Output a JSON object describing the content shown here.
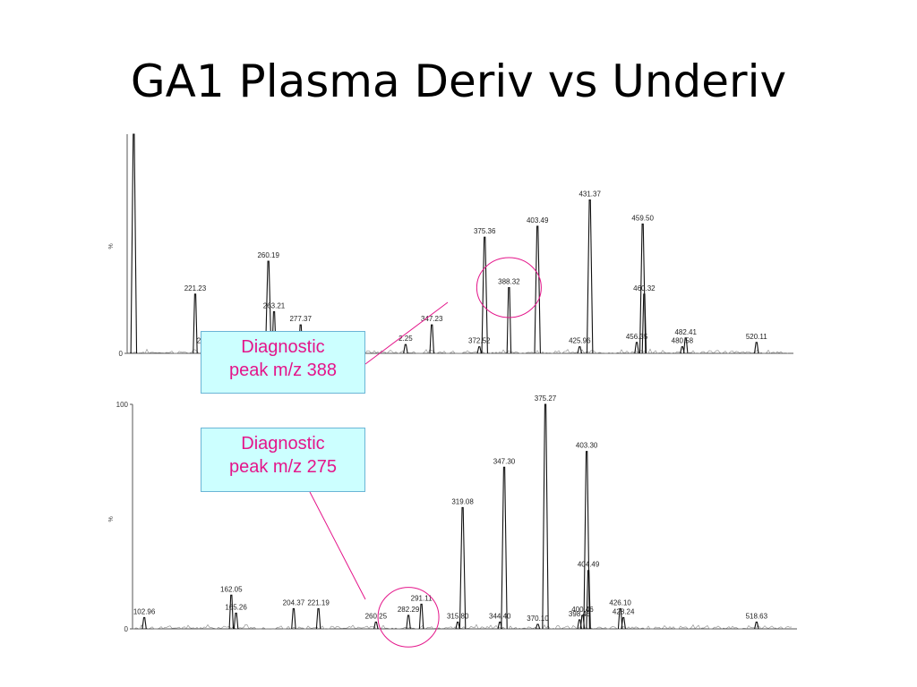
{
  "slide": {
    "title": "GA1 Plasma Deriv vs Underiv"
  },
  "annotations": {
    "top_callout": {
      "line1": "Diagnostic",
      "line2": "peak m/z 388"
    },
    "bottom_callout": {
      "line1": "Diagnostic",
      "line2": "peak m/z 275"
    },
    "circle_color": "#e4158a",
    "box_fill": "#ccffff"
  },
  "chart_data": [
    {
      "type": "line",
      "title": "",
      "xlabel": "",
      "ylabel": "%",
      "y_tick_labels": [
        "0"
      ],
      "xlim": [
        185,
        535
      ],
      "ylim": [
        0,
        100
      ],
      "highlight_peak": "388.32",
      "peaks": [
        {
          "x": 188.5,
          "y": 100,
          "label": ""
        },
        {
          "x": 221.23,
          "y": 27,
          "label": "221.23"
        },
        {
          "x": 227.9,
          "y": 3,
          "label": "227.90"
        },
        {
          "x": 260.19,
          "y": 42,
          "label": "260.19"
        },
        {
          "x": 263.21,
          "y": 19,
          "label": "263.21"
        },
        {
          "x": 277.37,
          "y": 13,
          "label": "277.37"
        },
        {
          "x": 333.25,
          "y": 4,
          "label": "2.25"
        },
        {
          "x": 347.23,
          "y": 13,
          "label": "347.23"
        },
        {
          "x": 372.52,
          "y": 3,
          "label": "372.52"
        },
        {
          "x": 375.36,
          "y": 53,
          "label": "375.36"
        },
        {
          "x": 388.32,
          "y": 30,
          "label": "388.32"
        },
        {
          "x": 403.49,
          "y": 58,
          "label": "403.49"
        },
        {
          "x": 425.96,
          "y": 3,
          "label": "425.96"
        },
        {
          "x": 431.37,
          "y": 70,
          "label": "431.37"
        },
        {
          "x": 456.35,
          "y": 5,
          "label": "456.35"
        },
        {
          "x": 459.5,
          "y": 59,
          "label": "459.50"
        },
        {
          "x": 460.32,
          "y": 27,
          "label": "460.32"
        },
        {
          "x": 480.58,
          "y": 3,
          "label": "480.58"
        },
        {
          "x": 482.41,
          "y": 7,
          "label": "482.41"
        },
        {
          "x": 520.11,
          "y": 5,
          "label": "520.11"
        }
      ]
    },
    {
      "type": "line",
      "title": "",
      "xlabel": "",
      "ylabel": "%",
      "y_tick_labels": [
        "0",
        "100"
      ],
      "xlim": [
        95,
        540
      ],
      "ylim": [
        0,
        100
      ],
      "highlight_peak": "282.29",
      "peaks": [
        {
          "x": 102.96,
          "y": 5,
          "label": "102.96"
        },
        {
          "x": 162.05,
          "y": 15,
          "label": "162.05"
        },
        {
          "x": 165.26,
          "y": 7,
          "label": "165.26"
        },
        {
          "x": 204.37,
          "y": 9,
          "label": "204.37"
        },
        {
          "x": 221.19,
          "y": 9,
          "label": "221.19"
        },
        {
          "x": 260.25,
          "y": 3,
          "label": "260.25"
        },
        {
          "x": 282.29,
          "y": 6,
          "label": "282.29"
        },
        {
          "x": 291.11,
          "y": 11,
          "label": "291.11"
        },
        {
          "x": 315.8,
          "y": 3,
          "label": "315.80"
        },
        {
          "x": 319.08,
          "y": 54,
          "label": "319.08"
        },
        {
          "x": 344.4,
          "y": 3,
          "label": "344.40"
        },
        {
          "x": 347.3,
          "y": 72,
          "label": "347.30"
        },
        {
          "x": 370.1,
          "y": 2,
          "label": "370.10"
        },
        {
          "x": 375.27,
          "y": 100,
          "label": "375.27"
        },
        {
          "x": 398.45,
          "y": 4,
          "label": "398.45"
        },
        {
          "x": 400.46,
          "y": 6,
          "label": "400.46"
        },
        {
          "x": 403.3,
          "y": 79,
          "label": "403.30"
        },
        {
          "x": 404.49,
          "y": 26,
          "label": "404.49"
        },
        {
          "x": 426.1,
          "y": 9,
          "label": "426.10"
        },
        {
          "x": 428.24,
          "y": 5,
          "label": "428.24"
        },
        {
          "x": 518.63,
          "y": 3,
          "label": "518.63"
        }
      ]
    }
  ]
}
